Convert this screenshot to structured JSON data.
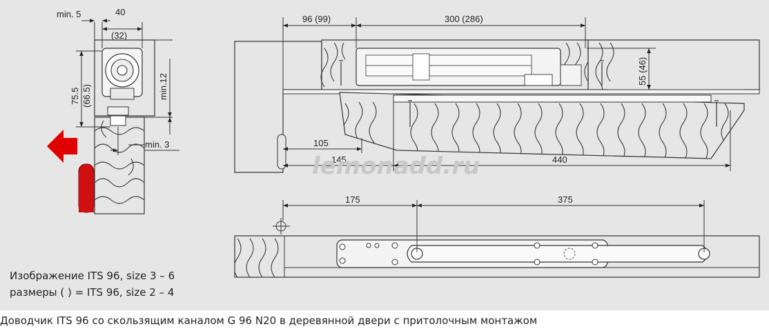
{
  "dimensions": {
    "min5": "min. 5",
    "w40": "40",
    "w32": "(32)",
    "h75": "75.5",
    "h66": "(66.5)",
    "min12": "min.12",
    "min3": "min. 3",
    "d96": "96 (99)",
    "d300": "300 (286)",
    "d55": "55 (46)",
    "d105": "105",
    "d145": "145",
    "d440": "440",
    "d175": "175",
    "d375": "375"
  },
  "legend": {
    "line1": "Изображение ITS 96, size 3 – 6",
    "line2": "размеры ( ) = ITS 96, size 2 – 4"
  },
  "watermark": "lemonadd.ru",
  "caption": "Доводчик ITS 96 со скользящим каналом G 96 N20 в деревянной двери с притолочным монтажом",
  "colors": {
    "background": "#e6e6e6",
    "arrow": "#e00000",
    "door_stop": "#d01010",
    "wood_stroke": "#3a3a3a"
  }
}
